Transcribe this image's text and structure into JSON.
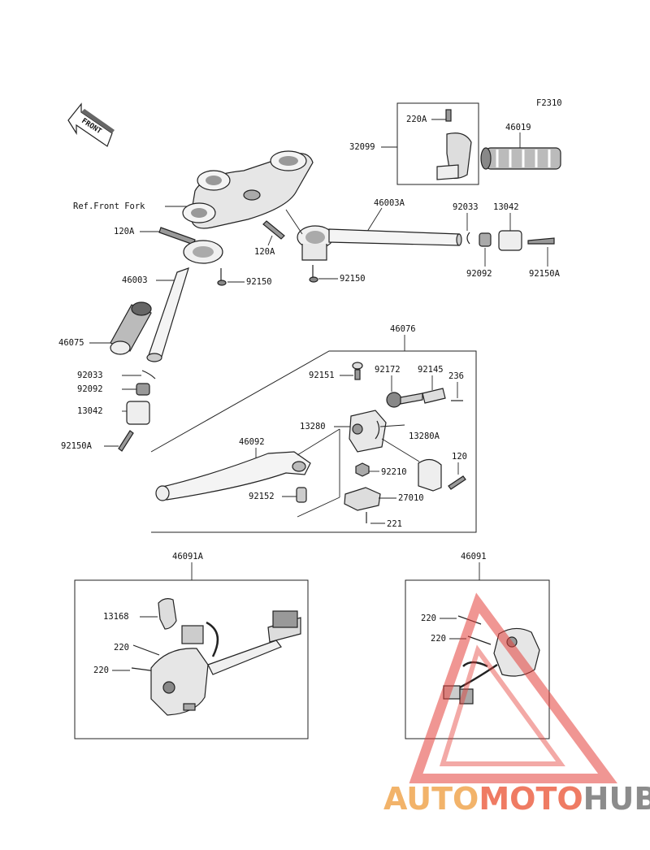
{
  "figure_code": "F2310",
  "front_arrow_text": "FRONT",
  "ref_label": "Ref.Front Fork",
  "labels": {
    "p220A": "220A",
    "p32099": "32099",
    "p46019": "46019",
    "p46003A": "46003A",
    "p92033_r": "92033",
    "p13042_r": "13042",
    "p120A_1": "120A",
    "p120A_2": "120A",
    "p92092_r": "92092",
    "p92150A_r": "92150A",
    "p46003": "46003",
    "p92150_1": "92150",
    "p92150_2": "92150",
    "p46075": "46075",
    "p92033_l": "92033",
    "p92092_l": "92092",
    "p13042_l": "13042",
    "p92150A_l": "92150A",
    "p46076": "46076",
    "p92151": "92151",
    "p92172": "92172",
    "p92145": "92145",
    "p236": "236",
    "p13280": "13280",
    "p13280A": "13280A",
    "p46092": "46092",
    "p92210": "92210",
    "p120": "120",
    "p92152": "92152",
    "p27010": "27010",
    "p221": "221",
    "p46091A": "46091A",
    "p46091": "46091",
    "p13168": "13168",
    "p220_a": "220",
    "p220_b": "220",
    "p220_c": "220",
    "p220_d": "220"
  },
  "watermark": {
    "part1": "AUTO",
    "part2": "MOTO",
    "part3": "HUB",
    "color1": "#f2b36a",
    "color2": "#ef7b63",
    "color3": "#8c8c8c"
  }
}
